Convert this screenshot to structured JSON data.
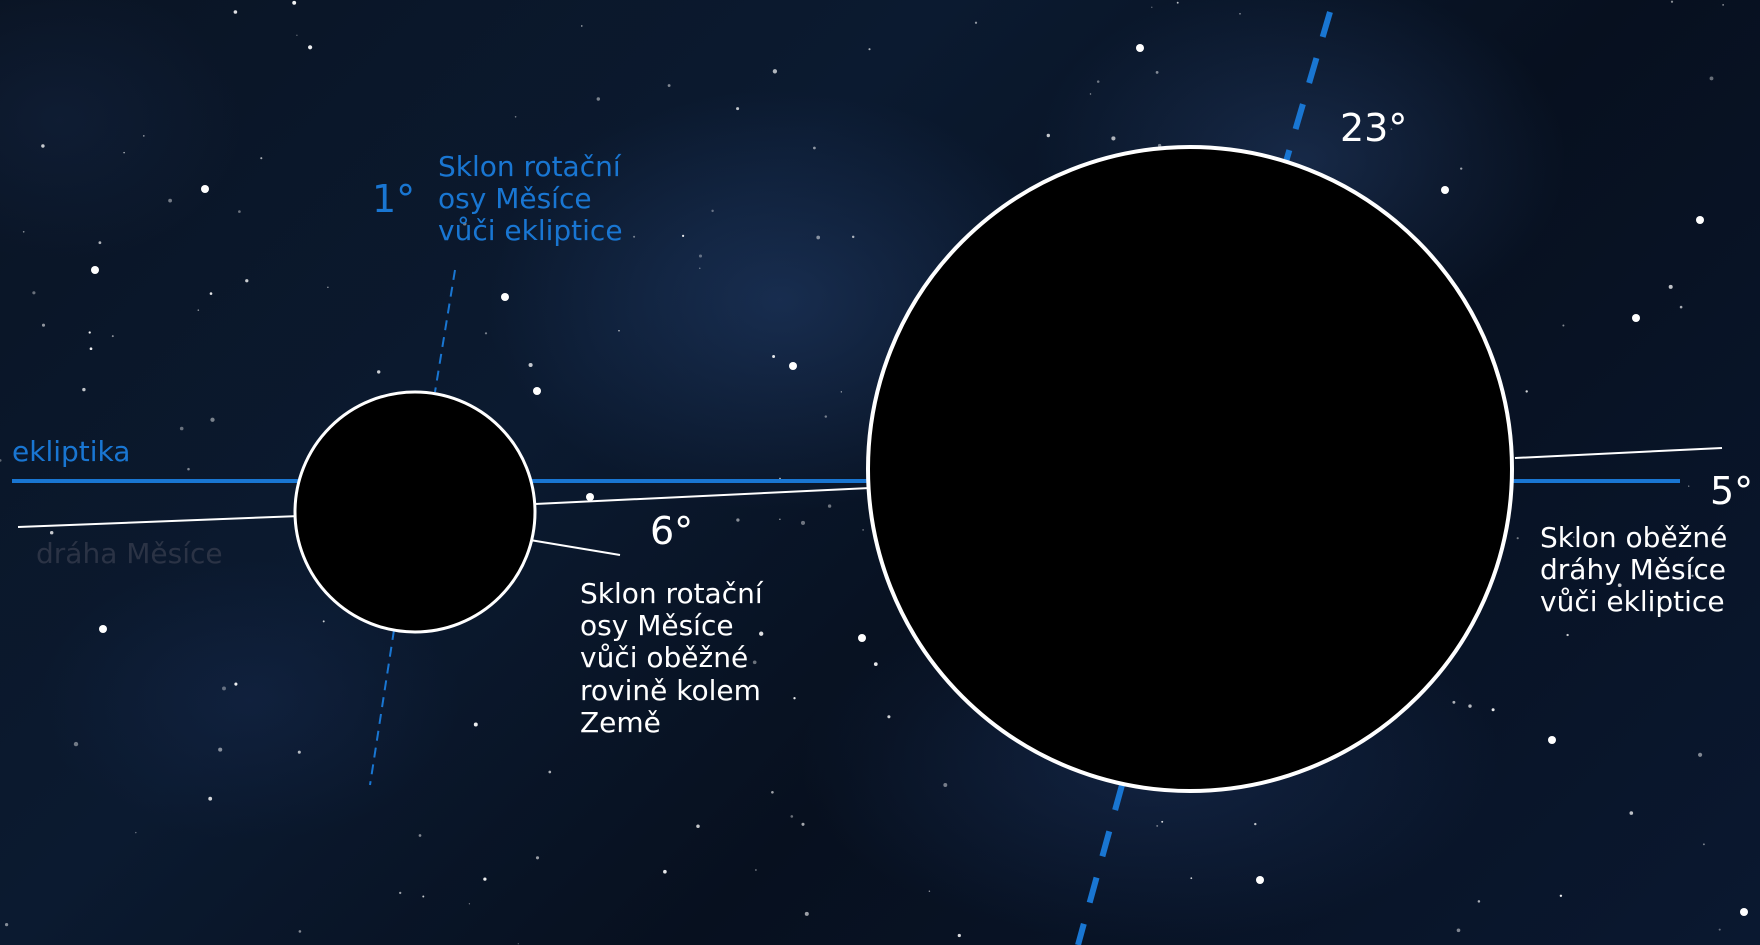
{
  "labels": {
    "ecliptic": "ekliptika",
    "moon_orbit": "dráha Měsíce",
    "moon_axis_to_ecliptic": "Sklon rotační\nosy Měsíce\nvůči ekliptice",
    "moon_axis_to_ecliptic_deg": "1°",
    "moon_axis_to_orbit": "Sklon rotační\nosy Měsíce\nvůči oběžné\nrovině kolem\nZemě",
    "moon_axis_to_orbit_deg": "6°",
    "earth_axis_deg": "23°",
    "orbit_to_ecliptic": "Sklon oběžné\ndráhy Měsíce\nvůči ekliptice",
    "orbit_to_ecliptic_deg": "5°"
  },
  "colors": {
    "accent_blue": "#1976d2",
    "line_white": "#ffffff",
    "body_fill": "#000000"
  }
}
